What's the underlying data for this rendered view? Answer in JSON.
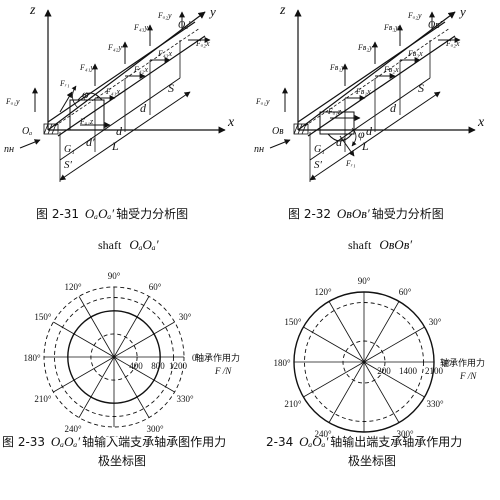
{
  "fig31": {
    "caption_num": "图 2-31",
    "caption_sym": "OₐOₐ′",
    "caption_text": "轴受力分析图",
    "sub_en": "shaft",
    "sub_sym": "OₐOₐ′",
    "axes": {
      "z": "z",
      "y": "y",
      "x": "x"
    },
    "labels": {
      "O": "Oₐ",
      "Oprime": "Oₐ′",
      "nH": "nʜ",
      "G1": "G₁",
      "phi": "φ",
      "d": "d",
      "dprime": "d′",
      "L": "L",
      "S": "S",
      "Sprime": "S′",
      "Foly": "Fₐ₁y",
      "Folz": "Fₐ₁z",
      "Fr1": "Fᵣ₁",
      "F41y": "F₄₁y",
      "F41x": "F₄₁x",
      "F42y": "F₄₂y",
      "F42x": "F₄₂x",
      "F43y": "F₄₃y",
      "F43x": "F₄₃x",
      "Fo2y": "Fₐ₂y",
      "Fo2x": "Fₐ₂x"
    }
  },
  "fig32": {
    "caption_num": "图 2-32",
    "caption_sym": "OʙOʙ′",
    "caption_text": "轴受力分析图",
    "sub_en": "shaft",
    "sub_sym": "OʙOʙ′",
    "axes": {
      "z": "z",
      "y": "y",
      "x": "x"
    },
    "labels": {
      "O": "Oʙ",
      "Oprime": "Oʙ′",
      "nH": "nʜ",
      "G1": "G₁",
      "phi": "φ",
      "d": "d",
      "dprime": "d′",
      "L": "L",
      "S": "S",
      "Sprime": "S′",
      "Foly": "Fₐ₁y",
      "Folz": "Fₐ₁z",
      "Fr1": "Fᵣ₁",
      "Fb1y": "Fʙ₁y",
      "Fb1x": "Fʙ₁x",
      "Fb2y": "Fʙ₂y",
      "Fb2x": "Fʙ₂x",
      "Fb3y": "Fʙ₃y",
      "Fb3x": "Fʙ₃x",
      "Fo2y": "Fₐ₂y",
      "Fo2x": "Fₐ₂x"
    }
  },
  "fig33": {
    "caption_num": "图 2-33",
    "caption_sym": "OₐOₐ′",
    "caption_text": "轴输入端支承轴承图作用力",
    "caption_line2": "极坐标图",
    "angles": [
      "90°",
      "60°",
      "30°",
      "0°",
      "330°",
      "300°",
      "270°",
      "240°",
      "210°",
      "180°",
      "150°",
      "120°"
    ],
    "radial_ticks": [
      "400",
      "800",
      "1200"
    ],
    "axis_label": "轴承作用力",
    "axis_unit": "F /N"
  },
  "fig34": {
    "caption_num": "2-34",
    "caption_sym": "OₐOₐ′",
    "caption_text": "轴输出端支承轴承作用力",
    "caption_line2": "极坐标图",
    "angles": [
      "90°",
      "60°",
      "30°",
      "0°",
      "330°",
      "300°",
      "270°",
      "240°",
      "210°",
      "180°",
      "150°",
      "120°"
    ],
    "radial_ticks": [
      "200",
      "1400",
      "2100"
    ],
    "axis_label": "轴承作用力",
    "axis_unit": "F /N"
  }
}
